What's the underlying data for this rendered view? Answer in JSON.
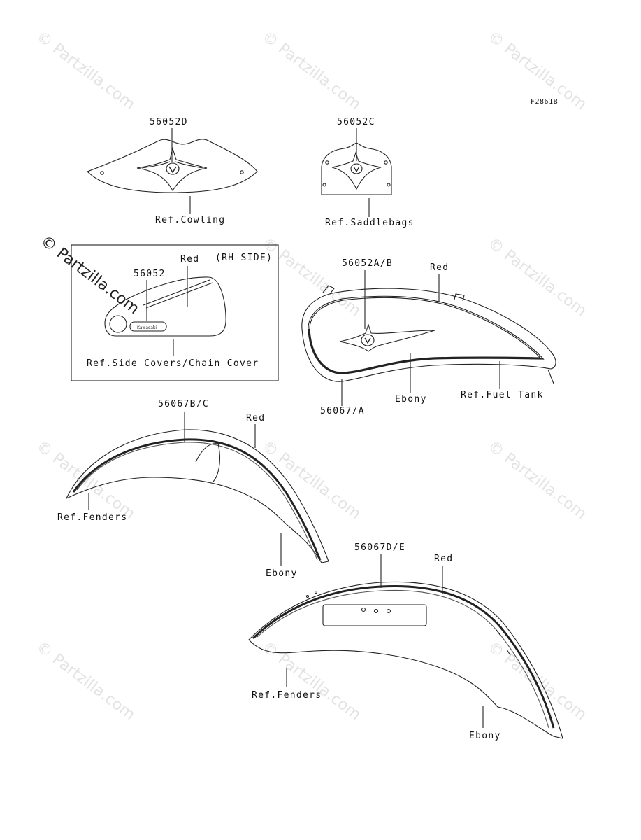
{
  "diagram": {
    "figure_code": "F2861B",
    "labels": {
      "p56052D": "56052D",
      "p56052C": "56052C",
      "ref_cowling": "Ref.Cowling",
      "ref_saddlebags": "Ref.Saddlebags",
      "red_side": "Red",
      "rh_side": "(RH SIDE)",
      "p56052": "56052",
      "ref_side_covers": "Ref.Side Covers/Chain Cover",
      "p56052AB": "56052A/B",
      "red_tank": "Red",
      "ebony_tank": "Ebony",
      "p56067A": "56067/A",
      "ref_fuel_tank": "Ref.Fuel Tank",
      "p56067BC": "56067B/C",
      "red_front_fender": "Red",
      "ref_fenders_front": "Ref.Fenders",
      "ebony_front_fender": "Ebony",
      "p56067DE": "56067D/E",
      "red_rear_fender": "Red",
      "ref_fenders_rear": "Ref.Fenders",
      "ebony_rear_fender": "Ebony"
    },
    "emblem_text": "Kawasaki",
    "watermark": "© Partzilla.com"
  }
}
